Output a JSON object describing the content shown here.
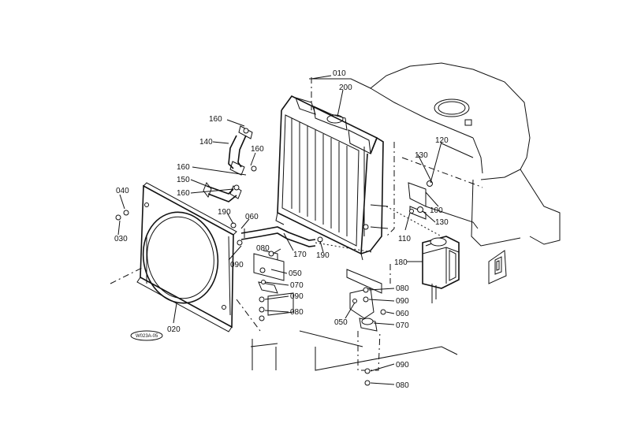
{
  "parts": [
    {
      "id": "p010a",
      "label": "010"
    },
    {
      "id": "p200",
      "label": "200"
    },
    {
      "id": "p160a",
      "label": "160"
    },
    {
      "id": "p140",
      "label": "140"
    },
    {
      "id": "p160b",
      "label": "160"
    },
    {
      "id": "p160c",
      "label": "160"
    },
    {
      "id": "p150",
      "label": "150"
    },
    {
      "id": "p160d",
      "label": "160"
    },
    {
      "id": "p040",
      "label": "040"
    },
    {
      "id": "p030",
      "label": "030"
    },
    {
      "id": "p190a",
      "label": "190"
    },
    {
      "id": "p060a",
      "label": "060"
    },
    {
      "id": "p090a",
      "label": "090"
    },
    {
      "id": "p170",
      "label": "170"
    },
    {
      "id": "p190b",
      "label": "190"
    },
    {
      "id": "p130a",
      "label": "130"
    },
    {
      "id": "p120",
      "label": "120"
    },
    {
      "id": "p100",
      "label": "100"
    },
    {
      "id": "p130b",
      "label": "130"
    },
    {
      "id": "p110",
      "label": "110"
    },
    {
      "id": "p180",
      "label": "180"
    },
    {
      "id": "p080a",
      "label": "080"
    },
    {
      "id": "p050a",
      "label": "050"
    },
    {
      "id": "p070a",
      "label": "070"
    },
    {
      "id": "p090b",
      "label": "090"
    },
    {
      "id": "p080b",
      "label": "080"
    },
    {
      "id": "p020",
      "label": "020"
    },
    {
      "id": "p080c",
      "label": "080"
    },
    {
      "id": "p090c",
      "label": "090"
    },
    {
      "id": "p060b",
      "label": "060"
    },
    {
      "id": "p050b",
      "label": "050"
    },
    {
      "id": "p070b",
      "label": "070"
    },
    {
      "id": "p090d",
      "label": "090"
    },
    {
      "id": "p080d",
      "label": "080"
    }
  ],
  "stamp": "W023A-05"
}
